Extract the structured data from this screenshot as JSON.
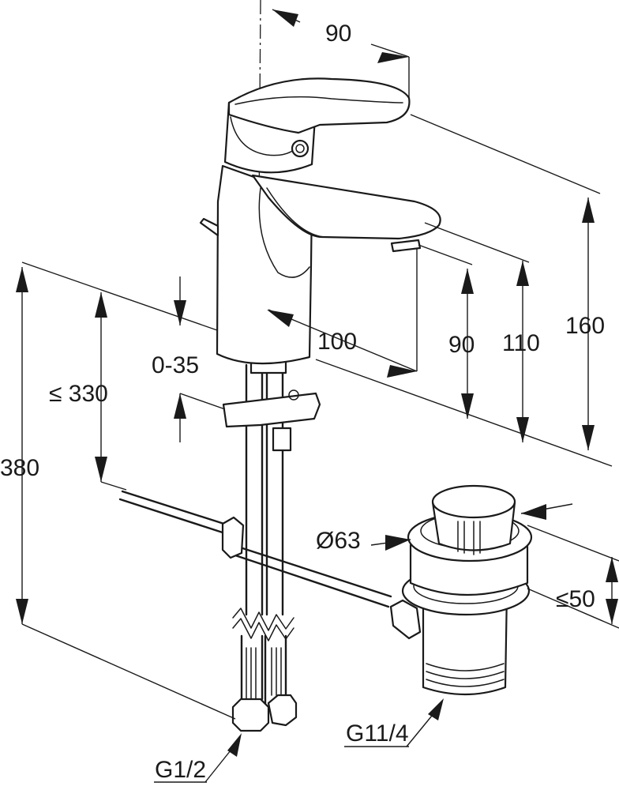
{
  "dimensions": {
    "spout_swing": "90",
    "spout_reach": "100",
    "adjustment_range": "0-35",
    "max_basin_thickness": "≤ 330",
    "hose_length": "380",
    "spout_height": "90",
    "lever_base_height": "110",
    "overall_height": "160",
    "waste_diameter": "Ø63",
    "waste_max_height": "≤50"
  },
  "threads": {
    "supply": "G1/2",
    "waste": "G11/4"
  }
}
